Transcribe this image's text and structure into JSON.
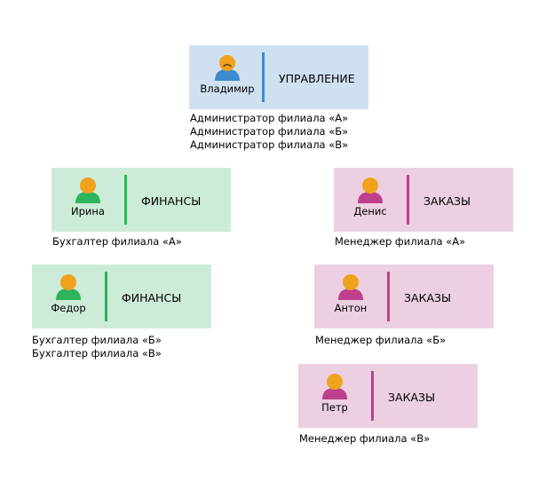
{
  "colors": {
    "mgmt_bg": "#cfe0f1",
    "mgmt_accent": "#3d8bd0",
    "fin_bg": "#cdebd9",
    "fin_accent": "#2eb45a",
    "orders_bg": "#ecd0e1",
    "orders_accent": "#be3f8c",
    "head": "#f0a21d"
  },
  "management": {
    "name": "Владимир",
    "department": "УПРАВЛЕНИЕ",
    "roles": [
      "Администратор филиала «А»",
      "Администратор филиала «Б»",
      "Администратор филиала «В»"
    ]
  },
  "finance": [
    {
      "name": "Ирина",
      "department": "ФИНАНСЫ",
      "roles": [
        "Бухгалтер филиала «А»"
      ]
    },
    {
      "name": "Федор",
      "department": "ФИНАНСЫ",
      "roles": [
        "Бухгалтер филиала «Б»",
        "Бухгалтер филиала «В»"
      ]
    }
  ],
  "orders": [
    {
      "name": "Денис",
      "department": "ЗАКАЗЫ",
      "roles": [
        "Менеджер филиала «А»"
      ]
    },
    {
      "name": "Антон",
      "department": "ЗАКАЗЫ",
      "roles": [
        "Менеджер филиала «Б»"
      ]
    },
    {
      "name": "Петр",
      "department": "ЗАКАЗЫ",
      "roles": [
        "Менеджер филиала «В»"
      ]
    }
  ]
}
